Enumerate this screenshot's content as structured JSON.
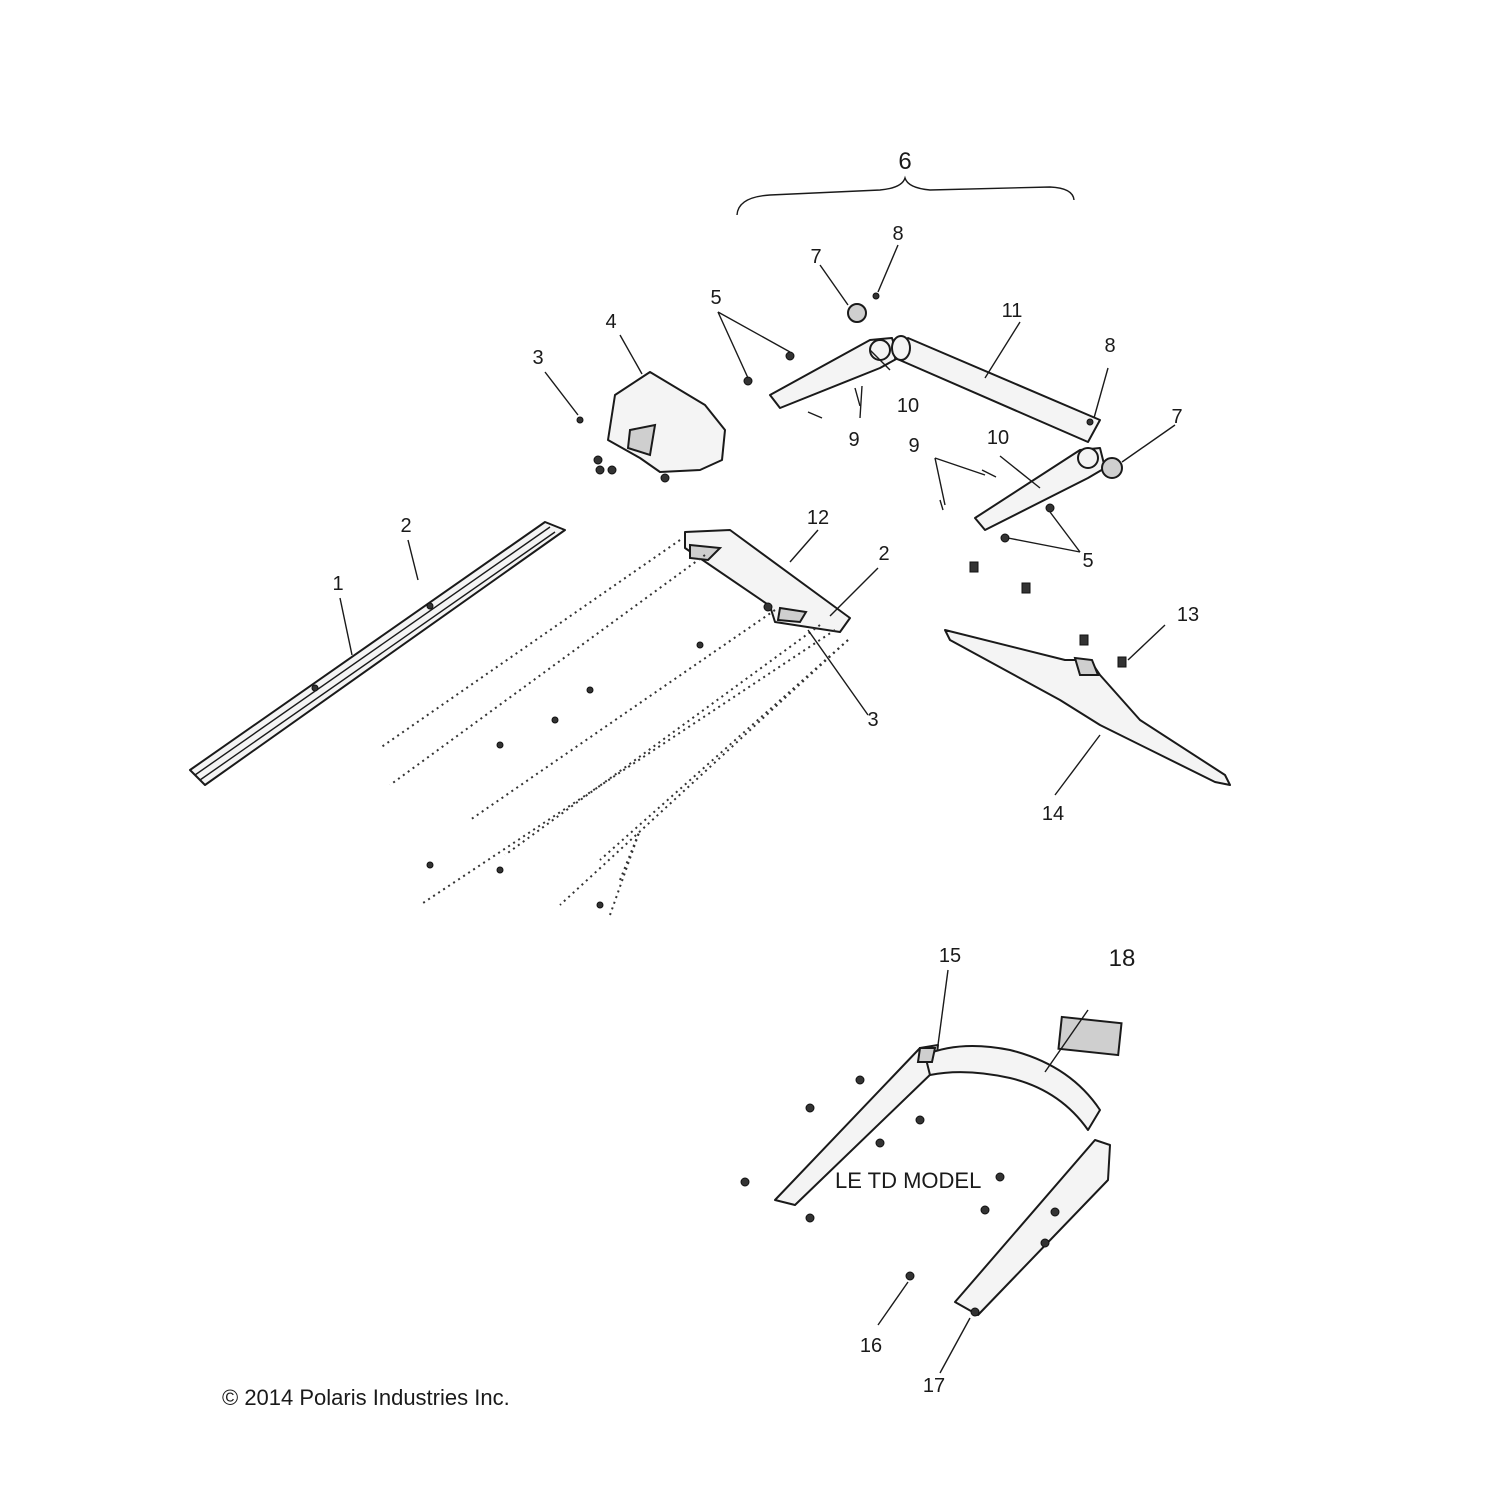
{
  "callouts": {
    "c1": "1",
    "c2a": "2",
    "c2b": "2",
    "c3a": "3",
    "c3b": "3",
    "c4": "4",
    "c5a": "5",
    "c5b": "5",
    "c6": "6",
    "c7a": "7",
    "c7b": "7",
    "c8a": "8",
    "c8b": "8",
    "c9a": "9",
    "c9b": "9",
    "c10a": "10",
    "c10b": "10",
    "c11": "11",
    "c12": "12",
    "c13": "13",
    "c14": "14",
    "c15": "15",
    "c16": "16",
    "c17": "17",
    "c18": "18"
  },
  "model_note": "LE TD MODEL",
  "copyright": "© 2014 Polaris Industries Inc."
}
